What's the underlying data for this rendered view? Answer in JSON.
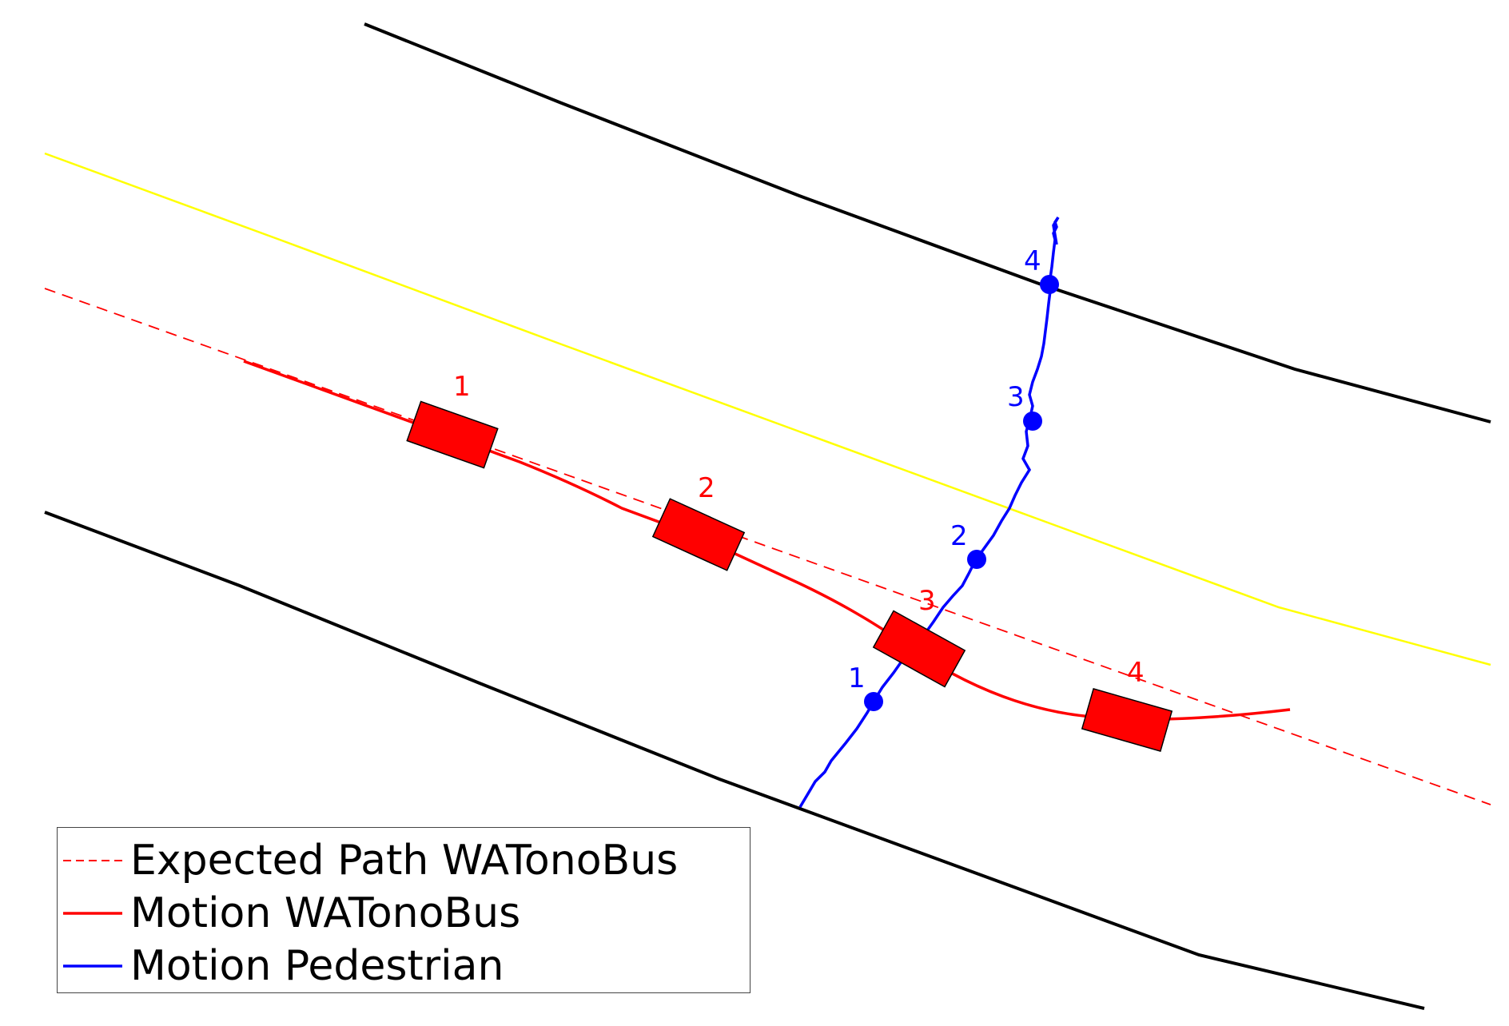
{
  "colors": {
    "road_edge": "#000000",
    "center_line": "#ffff00",
    "bus": "#ff0000",
    "pedestrian": "#0000ff"
  },
  "bus_labels": [
    "1",
    "2",
    "3",
    "4"
  ],
  "pedestrian_labels": [
    "1",
    "2",
    "3",
    "4"
  ],
  "legend": {
    "items": [
      {
        "label": "Expected Path WATonoBus",
        "color": "#ff0000",
        "style": "dashed"
      },
      {
        "label": "Motion WATonoBus",
        "color": "#ff0000",
        "style": "solid"
      },
      {
        "label": "Motion Pedestrian",
        "color": "#0000ff",
        "style": "solid"
      }
    ]
  }
}
